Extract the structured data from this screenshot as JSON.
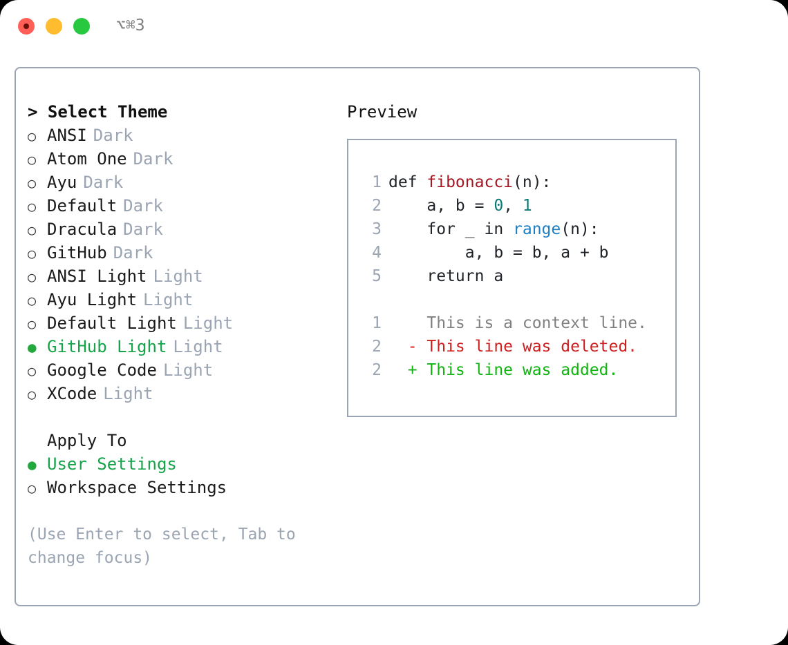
{
  "titlebar": {
    "shortcut": "⌥⌘3",
    "buttons": [
      {
        "name": "close",
        "color": "#ff5f57"
      },
      {
        "name": "minimize",
        "color": "#febc2e"
      },
      {
        "name": "maximize",
        "color": "#28c840"
      }
    ]
  },
  "theme_section": {
    "heading": "> Select Theme",
    "items": [
      {
        "marker": "○",
        "label": "ANSI",
        "suffix": "Dark",
        "selected": false
      },
      {
        "marker": "○",
        "label": "Atom One",
        "suffix": "Dark",
        "selected": false
      },
      {
        "marker": "○",
        "label": "Ayu",
        "suffix": "Dark",
        "selected": false
      },
      {
        "marker": "○",
        "label": "Default",
        "suffix": "Dark",
        "selected": false
      },
      {
        "marker": "○",
        "label": "Dracula",
        "suffix": "Dark",
        "selected": false
      },
      {
        "marker": "○",
        "label": "GitHub",
        "suffix": "Dark",
        "selected": false
      },
      {
        "marker": "○",
        "label": "ANSI Light",
        "suffix": "Light",
        "selected": false
      },
      {
        "marker": "○",
        "label": "Ayu Light",
        "suffix": "Light",
        "selected": false
      },
      {
        "marker": "○",
        "label": "Default Light",
        "suffix": "Light",
        "selected": false
      },
      {
        "marker": "●",
        "label": "GitHub Light",
        "suffix": "Light",
        "selected": true
      },
      {
        "marker": "○",
        "label": "Google Code",
        "suffix": "Light",
        "selected": false
      },
      {
        "marker": "○",
        "label": "XCode",
        "suffix": "Light",
        "selected": false
      }
    ]
  },
  "apply_section": {
    "heading": "Apply To",
    "items": [
      {
        "marker": "●",
        "label": "User Settings",
        "selected": true
      },
      {
        "marker": "○",
        "label": "Workspace Settings",
        "selected": false
      }
    ]
  },
  "hint": "(Use Enter to select, Tab to change focus)",
  "preview": {
    "title": "Preview",
    "code_lines": [
      {
        "no": "1",
        "tokens": [
          {
            "t": "def ",
            "c": "kw"
          },
          {
            "t": "fibonacci",
            "c": "fn"
          },
          {
            "t": "(n):",
            "c": "plain"
          }
        ]
      },
      {
        "no": "2",
        "tokens": [
          {
            "t": "    a, b = ",
            "c": "plain"
          },
          {
            "t": "0",
            "c": "num"
          },
          {
            "t": ", ",
            "c": "plain"
          },
          {
            "t": "1",
            "c": "num"
          }
        ]
      },
      {
        "no": "3",
        "tokens": [
          {
            "t": "    for _ in ",
            "c": "kw"
          },
          {
            "t": "range",
            "c": "call"
          },
          {
            "t": "(n):",
            "c": "plain"
          }
        ]
      },
      {
        "no": "4",
        "tokens": [
          {
            "t": "        a, b = b, a + b",
            "c": "plain"
          }
        ]
      },
      {
        "no": "5",
        "tokens": [
          {
            "t": "    return a",
            "c": "kw"
          }
        ]
      }
    ],
    "diff_lines": [
      {
        "no": "1",
        "sign": "  ",
        "text": "This is a context line.",
        "kind": "ctx"
      },
      {
        "no": "2",
        "sign": "- ",
        "text": "This line was deleted.",
        "kind": "del"
      },
      {
        "no": "2",
        "sign": "+ ",
        "text": "This line was added.",
        "kind": "add"
      }
    ]
  },
  "colors": {
    "accent_green": "#16a34a",
    "muted": "#9aa4b2",
    "border": "#9aa4b2",
    "diff_add": "#12b312",
    "diff_del": "#cc1f1f",
    "syntax_fn": "#a31622",
    "syntax_num": "#0a7b76",
    "syntax_call": "#1f7fc4"
  }
}
